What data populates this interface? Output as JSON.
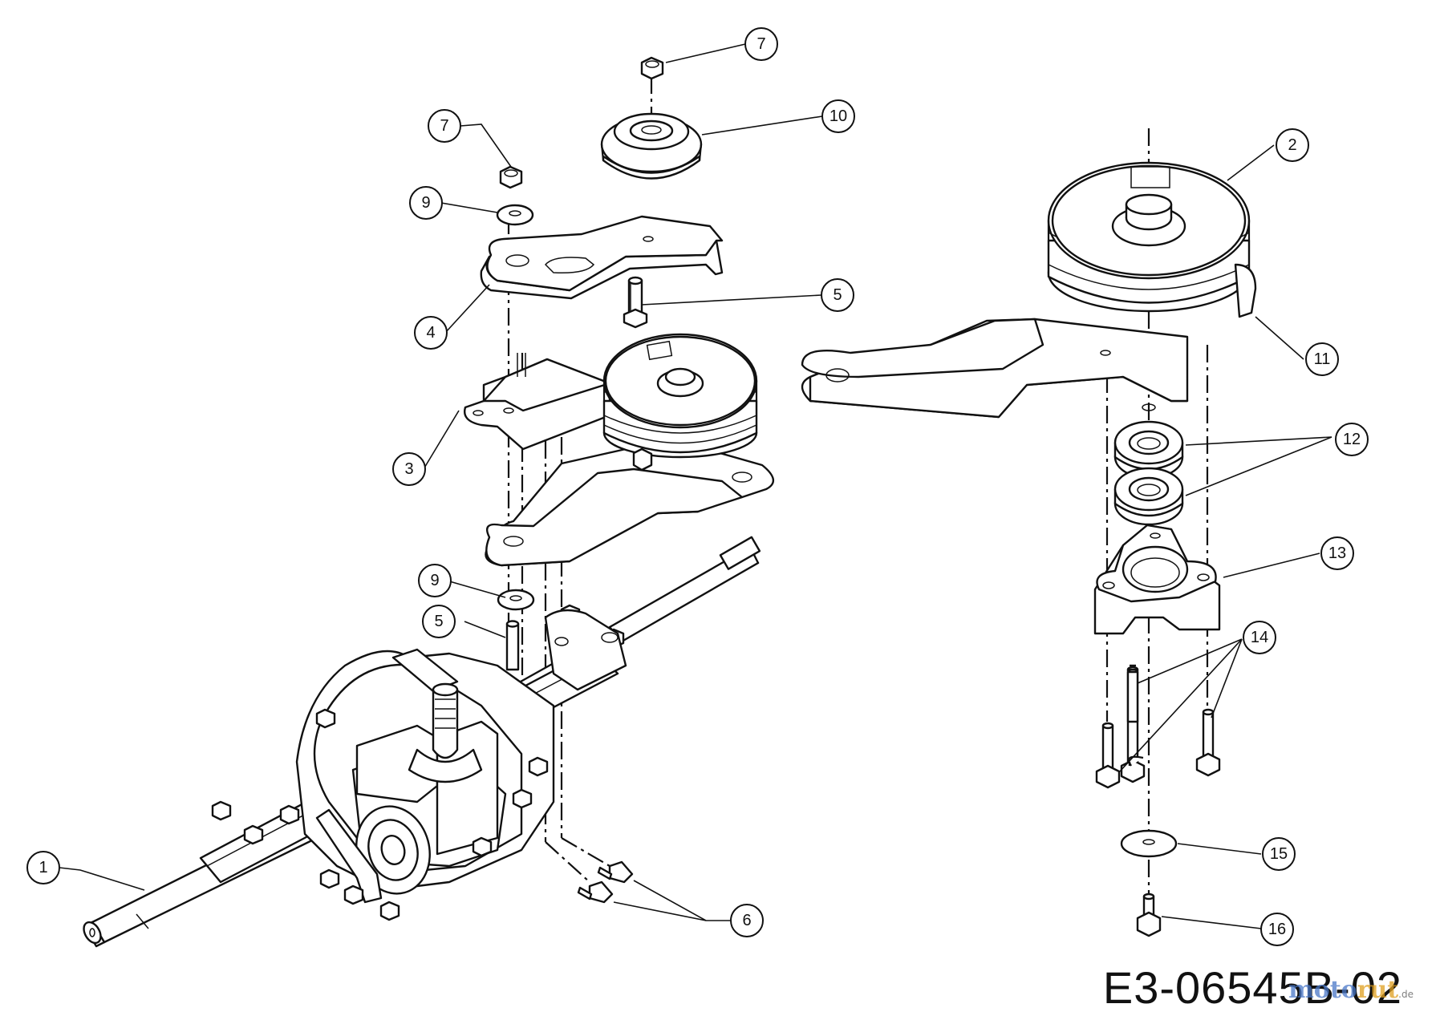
{
  "diagram": {
    "reference_code": "E3-06545B-02",
    "watermark": {
      "brand_part1": "moto",
      "brand_part2": "rut",
      "tld": ".de"
    },
    "callouts": [
      {
        "id": "c1",
        "label": "1"
      },
      {
        "id": "c2",
        "label": "2"
      },
      {
        "id": "c3",
        "label": "3"
      },
      {
        "id": "c4",
        "label": "4"
      },
      {
        "id": "c5a",
        "label": "5"
      },
      {
        "id": "c5b",
        "label": "5"
      },
      {
        "id": "c6",
        "label": "6"
      },
      {
        "id": "c7a",
        "label": "7"
      },
      {
        "id": "c7b",
        "label": "7"
      },
      {
        "id": "c9a",
        "label": "9"
      },
      {
        "id": "c9b",
        "label": "9"
      },
      {
        "id": "c10",
        "label": "10"
      },
      {
        "id": "c11",
        "label": "11"
      },
      {
        "id": "c12",
        "label": "12"
      },
      {
        "id": "c13",
        "label": "13"
      },
      {
        "id": "c14",
        "label": "14"
      },
      {
        "id": "c15",
        "label": "15"
      },
      {
        "id": "c16",
        "label": "16"
      }
    ],
    "colors": {
      "line": "#111111",
      "background": "#ffffff",
      "watermark_blue": "#4a78c8",
      "watermark_orange": "#e0a020"
    }
  }
}
